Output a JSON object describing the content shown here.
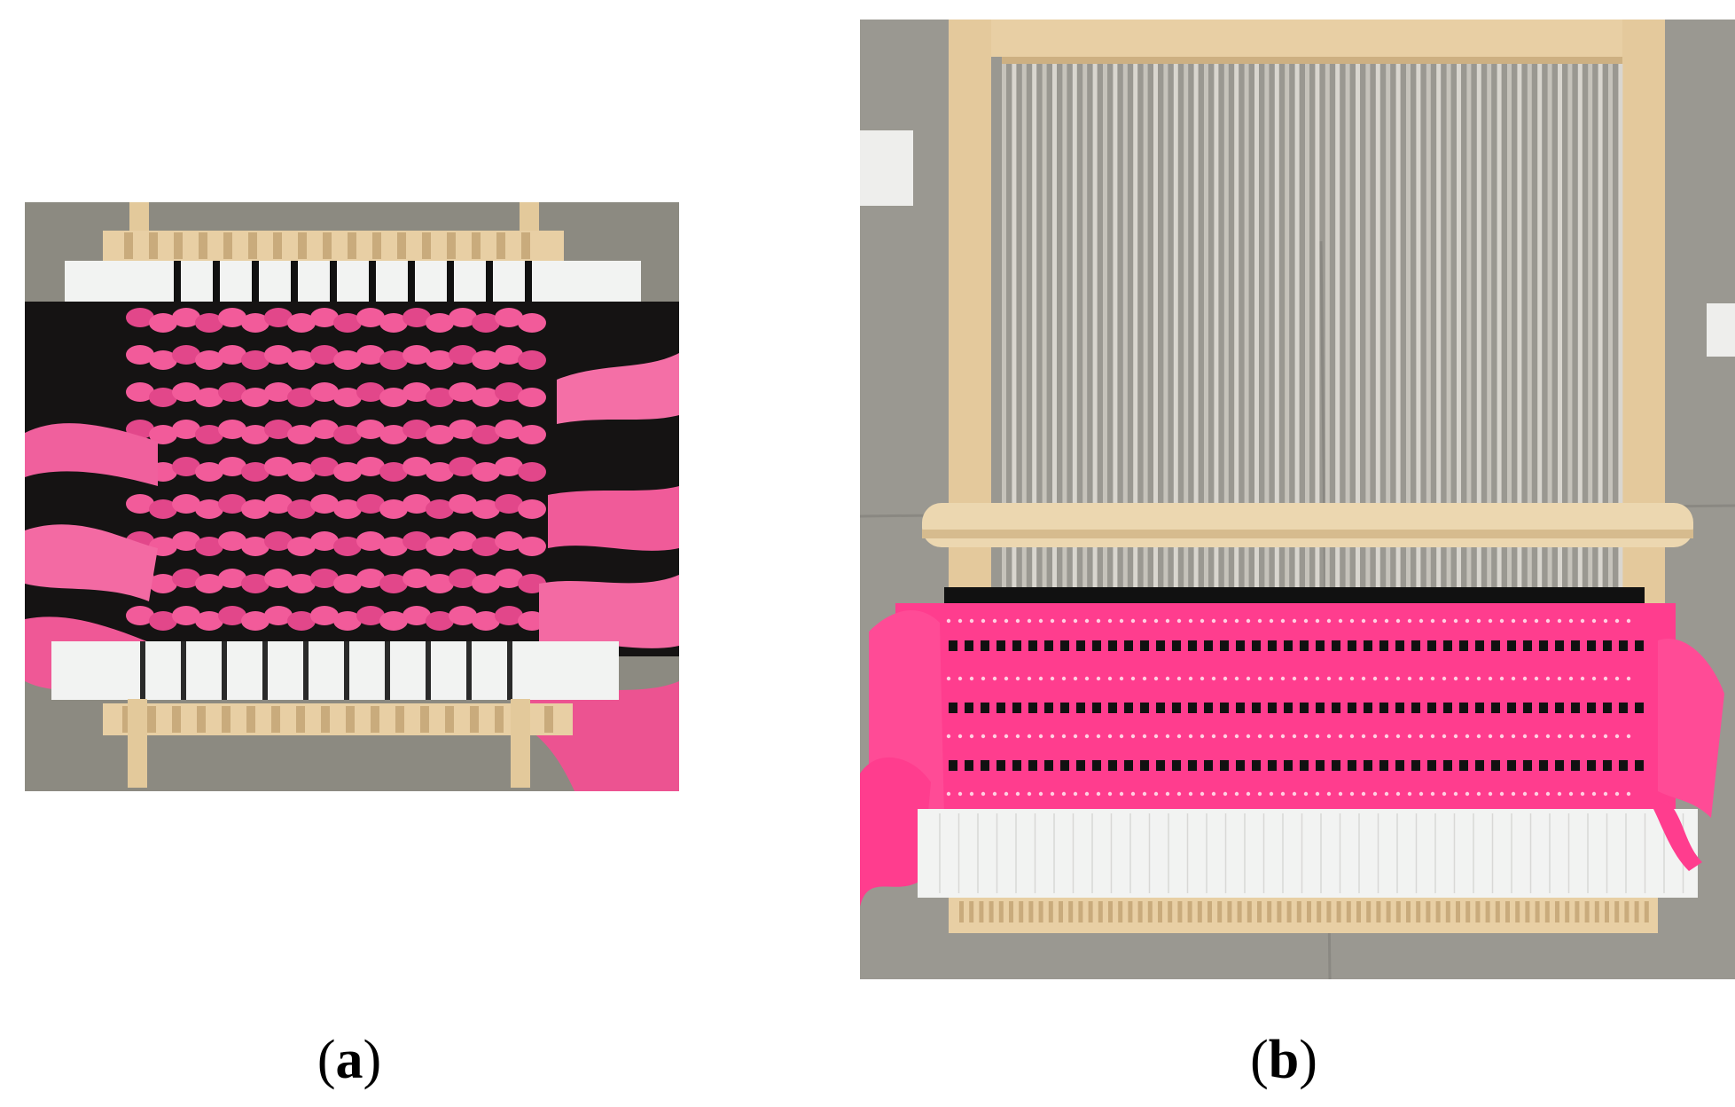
{
  "figure": {
    "panels": [
      {
        "letter": "a",
        "open": "(",
        "close": ")"
      },
      {
        "letter": "b",
        "open": "(",
        "close": ")"
      }
    ]
  },
  "colors": {
    "background": "#ffffff",
    "table_gray": "#8c8a81",
    "floor_tile": "#9a9891",
    "wood": "#e8cfa4",
    "wood_dark": "#c9ab7c",
    "warp_gray": "#d9d6cf",
    "pink": "#f25b9a",
    "pink_bright": "#ff3d8e",
    "black_yarn": "#111111",
    "white_card": "#f2f3f2"
  },
  "icons": [
    "small-loom-photo",
    "large-loom-photo"
  ]
}
